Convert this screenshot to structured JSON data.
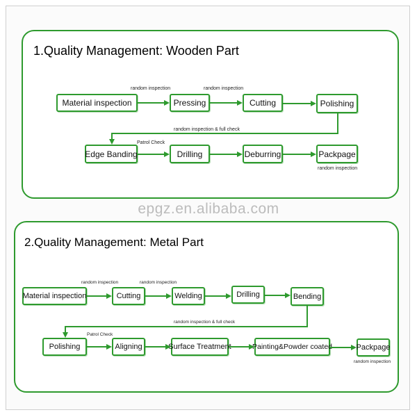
{
  "colors": {
    "accent": "#2e9a2e",
    "watermark": "#bcbcbc"
  },
  "watermark": "epgz.en.alibaba.com",
  "wooden": {
    "title": "1.Quality Management: Wooden Part",
    "steps": [
      "Material inspection",
      "Pressing",
      "Cutting",
      "Polishing",
      "Edge Banding",
      "Drilling",
      "Deburring",
      "Packpage"
    ],
    "notes": [
      "random inspection",
      "random inspection",
      "random inspection & full check",
      "Patrol Check",
      "random inspection"
    ]
  },
  "metal": {
    "title": "2.Quality Management: Metal Part",
    "steps": [
      "Material inspection",
      "Cutting",
      "Welding",
      "Drilling",
      "Bending",
      "Polishing",
      "Aligning",
      "Surface Treatment",
      "Painting&Powder coated",
      "Packpage"
    ],
    "notes": [
      "random inspection",
      "random inspection",
      "random inspection & full check",
      "Patrol Check",
      "random inspection"
    ]
  }
}
